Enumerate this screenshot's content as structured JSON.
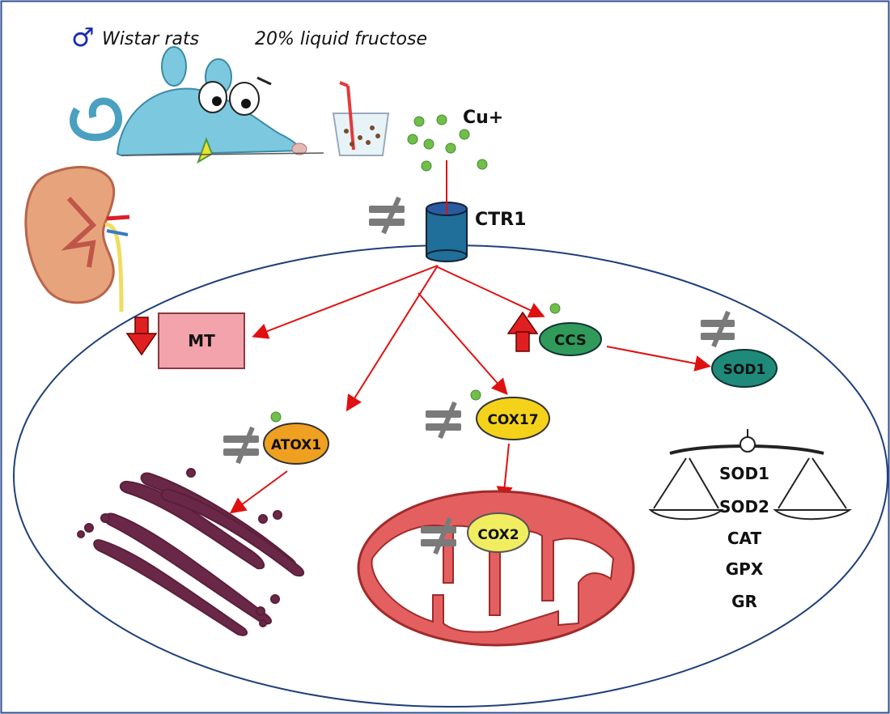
{
  "header": {
    "male_symbol": "♂",
    "strain": "Wistar rats",
    "treatment": "20% liquid fructose"
  },
  "labels": {
    "copper": "Cu+",
    "ctr1": "CTR1",
    "mt": "MT",
    "ccs": "CCS",
    "sod1_cyto": "SOD1",
    "atox1": "ATOX1",
    "cox17": "COX17",
    "cox2": "COX2",
    "neq": "≠"
  },
  "antioxidant_enzymes": [
    "SOD1",
    "SOD2",
    "CAT",
    "GPX",
    "GR"
  ],
  "colors": {
    "border": "#2f4f8f",
    "cell_membrane": "#1f3f7a",
    "arrow": "#e01010",
    "copper_dot": "#6fbf4a",
    "ctr1": "#1f6f9a",
    "mt": "#f2a3ac",
    "ccs": "#2f9a5a",
    "sod1": "#1f8a7a",
    "atox1": "#f0a020",
    "cox17": "#f5d21a",
    "cox2": "#f0ee60",
    "mitochondrion": "#e46060",
    "golgi": "#6a2848",
    "rat": "#6fc0d8",
    "kidney": "#c86a4a",
    "change_down": "#e02020",
    "change_up": "#e02020",
    "neq_symbol": "#7a7a7a"
  },
  "icons": [
    "rat-illustration",
    "drink-glass-illustration",
    "kidney-illustration",
    "golgi-illustration",
    "mitochondrion-illustration",
    "balance-scale-icon",
    "down-arrow-icon",
    "up-arrow-icon",
    "not-equal-icon"
  ]
}
